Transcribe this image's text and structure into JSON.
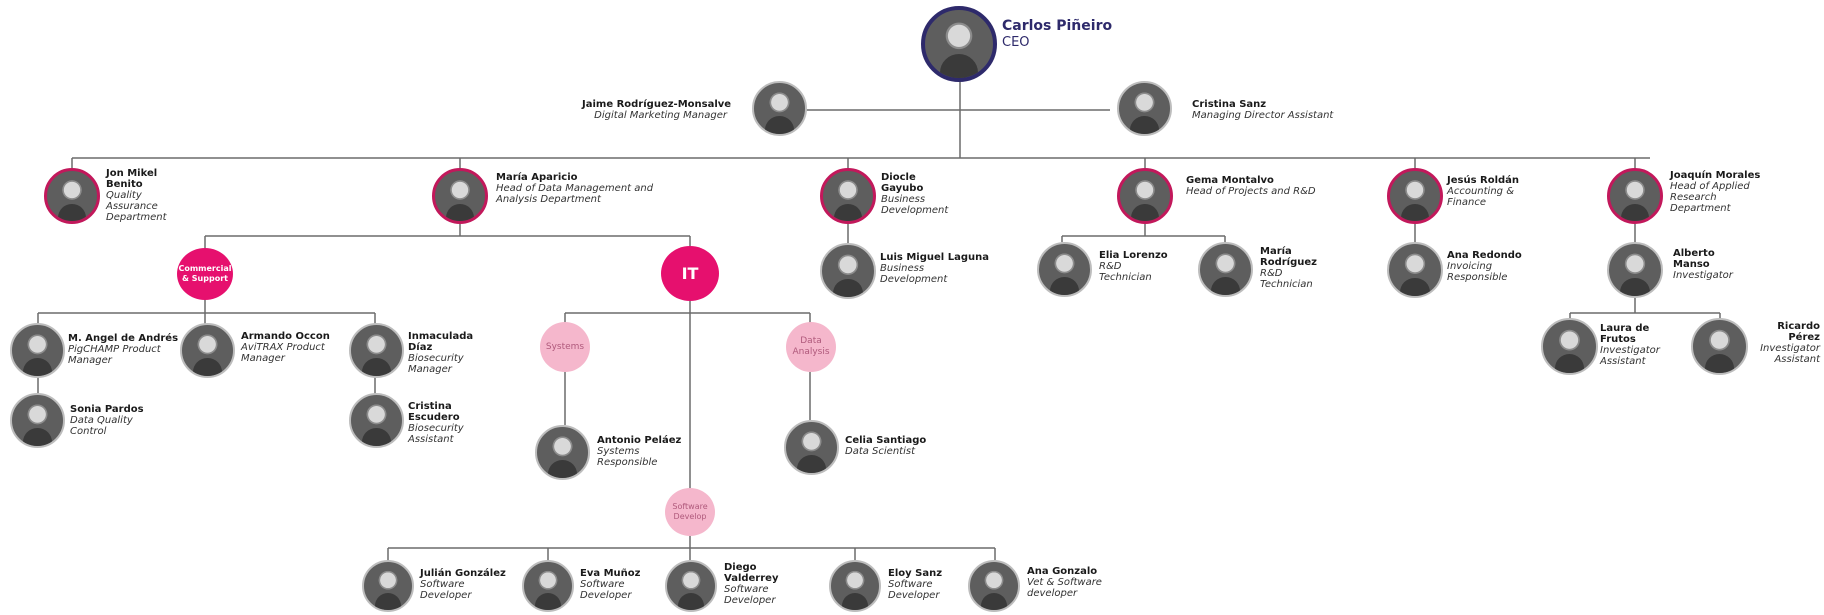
{
  "ceo": {
    "name": "Carlos Piñeiro",
    "role": "CEO"
  },
  "advisors": [
    {
      "id": "jaime",
      "name": "Jaime Rodríguez-Monsalve",
      "role": "Digital Marketing Manager"
    },
    {
      "id": "cristina-sanz",
      "name": "Cristina Sanz",
      "role": "Managing Director Assistant"
    }
  ],
  "heads": [
    {
      "id": "jon",
      "name": "Jon Mikel Benito",
      "role": "Quality Assurance Department"
    },
    {
      "id": "maria-aparicio",
      "name": "María Aparicio",
      "role": "Head of Data Management and Analysis Department"
    },
    {
      "id": "diocle",
      "name": "Diocle Gayubo",
      "role": "Business Development"
    },
    {
      "id": "gema",
      "name": "Gema Montalvo",
      "role": "Head of Projects and R&D"
    },
    {
      "id": "jesus",
      "name": "Jesús Roldán",
      "role": "Accounting & Finance"
    },
    {
      "id": "joaquin",
      "name": "Joaquín Morales",
      "role": "Head of Applied Research Department"
    }
  ],
  "departments": {
    "commercial": "Commercial & Support",
    "it": "IT",
    "systems": "Systems",
    "data_analysis": "Data Analysis",
    "software": "Software Develop"
  },
  "commercial_team": [
    {
      "id": "angel",
      "name": "M. Angel de Andrés",
      "role": "PigCHAMP Product Manager"
    },
    {
      "id": "armando",
      "name": "Armando Occon",
      "role": "AviTRAX Product Manager"
    },
    {
      "id": "inmaculada",
      "name": "Inmaculada Díaz",
      "role": "Biosecurity Manager"
    },
    {
      "id": "sonia",
      "name": "Sonia Pardos",
      "role": "Data Quality Control"
    },
    {
      "id": "cristina-escudero",
      "name": "Cristina Escudero",
      "role": "Biosecurity Assistant"
    }
  ],
  "it_team": [
    {
      "id": "antonio",
      "name": "Antonio Peláez",
      "role": "Systems Responsible"
    },
    {
      "id": "celia",
      "name": "Celia Santiago",
      "role": "Data Scientist"
    }
  ],
  "software_team": [
    {
      "id": "julian",
      "name": "Julián González",
      "role": "Software Developer"
    },
    {
      "id": "eva",
      "name": "Eva Muñoz",
      "role": "Software Developer"
    },
    {
      "id": "diego",
      "name": "Diego Valderrey",
      "role": "Software Developer"
    },
    {
      "id": "eloy",
      "name": "Eloy Sanz",
      "role": "Software Developer"
    },
    {
      "id": "ana-gonzalo",
      "name": "Ana Gonzalo",
      "role": "Vet & Software developer"
    }
  ],
  "business_team": [
    {
      "id": "luis",
      "name": "Luis Miguel Laguna",
      "role": "Business Development"
    }
  ],
  "rd_team": [
    {
      "id": "elia",
      "name": "Elia Lorenzo",
      "role": "R&D Technician"
    },
    {
      "id": "maria-rodriguez",
      "name": "María Rodríguez",
      "role": "R&D Technician"
    }
  ],
  "finance_team": [
    {
      "id": "ana-redondo",
      "name": "Ana Redondo",
      "role": "Invoicing Responsible"
    }
  ],
  "research_team": [
    {
      "id": "alberto",
      "name": "Alberto Manso",
      "role": "Investigator"
    },
    {
      "id": "laura",
      "name": "Laura de Frutos",
      "role": "Investigator Assistant"
    },
    {
      "id": "ricardo",
      "name": "Ricardo Pérez",
      "role": "Investigator Assistant"
    }
  ]
}
